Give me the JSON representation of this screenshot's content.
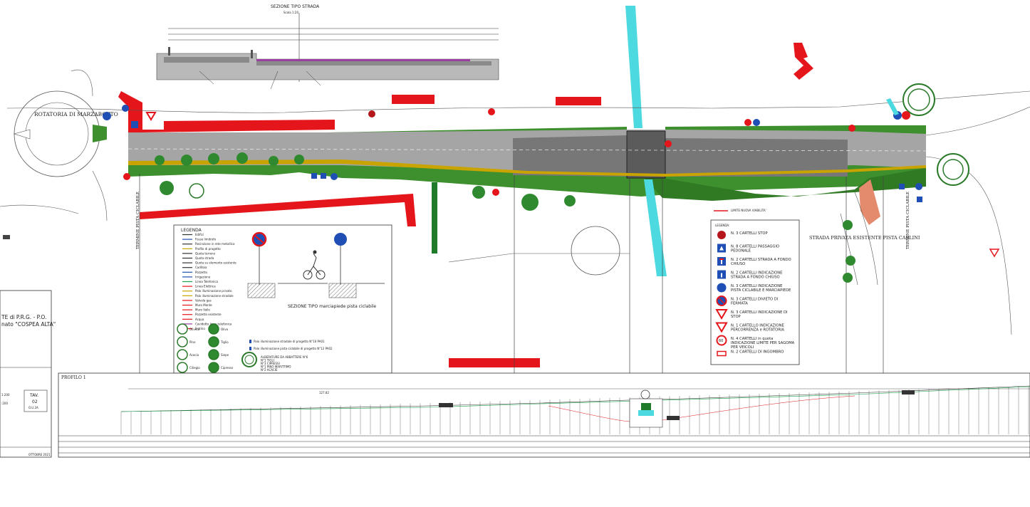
{
  "section_road": {
    "title": "SEZIONE TIPO STRADA",
    "scale": "Scala 1:20"
  },
  "places": {
    "roundabout": "ROTATORIA DI MARZABOTTO",
    "private_road": "STRADA PRIVATA ESISTENTE PISTA CARLINI",
    "terminal_left": "TERMINE PISTA CICLABILE",
    "terminal_right": "TERMINE PISTA CICLABILE"
  },
  "legend_left": {
    "title": "LEGENDA",
    "items": [
      "Edifici",
      "Fosso limitrofo",
      "Recinzione in rete metallica",
      "Profilo di progetto",
      "Quota terreno",
      "Quota strada",
      "Quota su elemento esistente",
      "Caditoia",
      "Pozzetto",
      "Irrigazione",
      "Linea Telefonica",
      "Linea Elettrica",
      "Palo illuminazione privato",
      "Palo illuminazione stradale",
      "Valvola gas",
      "Muro Monte",
      "Muro Valle",
      "Pozzetto esistente",
      "Acqua",
      "Cavidotto linea telefonica",
      "Fratino"
    ],
    "trees": [
      "Oliveto",
      "Olivo",
      "Pino",
      "Tiglio",
      "Acacia",
      "Siepe",
      "Ciliegio",
      "Cipresso"
    ],
    "lights": [
      "Palo illuminazione stradale di progetto N°10 PA01",
      "Palo illuminazione pista ciclabile di progetto N°12 PA02"
    ],
    "felling": [
      "ALBERATURE DA ABBATTERE N°6",
      "N°1 TIGLI",
      "N°3 CIPRESSI",
      "N°1 PINO MARITTIMO",
      "N°2 ACACIE"
    ]
  },
  "section_bike": {
    "title": "SEZIONE TIPO marciapiede pista ciclabile"
  },
  "legend_right": {
    "limit_label": "LIMITE NUOVA VIABILITA'",
    "title": "LEGENDA:",
    "items": [
      {
        "icon": "stop-sign-icon",
        "text": "N. 3 CARTELLI STOP"
      },
      {
        "icon": "pedestrian-crossing-icon",
        "text": "N. 8 CARTELLI PASSAGGIO PEDONALE"
      },
      {
        "icon": "dead-end-icon",
        "text": "N. 2 CARTELLI STRADA A FONDO CHIUSO"
      },
      {
        "icon": "dead-end-indication-icon",
        "text": "N. 2 CARTELLI INDICAZIONE STRADA A FONDO CHIUSO"
      },
      {
        "icon": "cycle-path-icon",
        "text": "N. 3 CARTELLI INDICAZIONE PISTA CICLABILE E MARCIAPIEDE"
      },
      {
        "icon": "no-stopping-icon",
        "text": "N. 3 CARTELLI DIVIETO DI FERMATA"
      },
      {
        "icon": "yield-sign-icon",
        "text": "N. 3 CARTELLI INDICAZIONE DI STOP"
      },
      {
        "icon": "roundabout-warning-icon",
        "text": "N. 1 CARTELLO INDICAZIONE PERCORRENZA e ROTATORIA"
      },
      {
        "icon": "speed-limit-icon",
        "text": "N. 4 CARTELLI in quota INDICAZIONE LIMITE PER SAGOMA PER VEICOLI"
      },
      {
        "icon": "bulk-sign-icon",
        "text": "N. 2 CARTELLI DI INGOMBRO"
      }
    ],
    "speed_value": "60"
  },
  "title_block": {
    "line1": "TE di P.R.G. - P.O.",
    "line2": "nato \"COSPEA ALTA\"",
    "tav_label": "TAV.",
    "tav_num": "02",
    "tav_code": "O.U.2A",
    "date": "OTTOBRE 2021",
    "scale1": "1:200",
    "scale2": ":200"
  },
  "profile": {
    "label": "PROFILO 1",
    "distance": "127.82"
  }
}
